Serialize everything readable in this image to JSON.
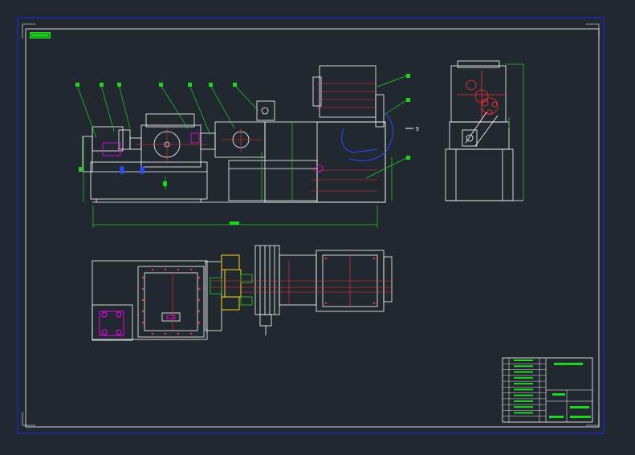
{
  "drawing": {
    "stamp_text": "",
    "section_mark": "5",
    "side_view_label": "",
    "overall_dim_label": "",
    "balloon_count": 10
  },
  "colors": {
    "background": "#212830",
    "sheet_border": "#1a2bd6",
    "geometry": "#ffffff",
    "leader": "#22d422",
    "centerline": "#ff3030",
    "hidden": "#ff00ff",
    "accent": "#ffd700",
    "blue_line": "#2a4cff",
    "stamp_fill": "#22d422"
  },
  "title_block": {
    "rows": 11
  }
}
